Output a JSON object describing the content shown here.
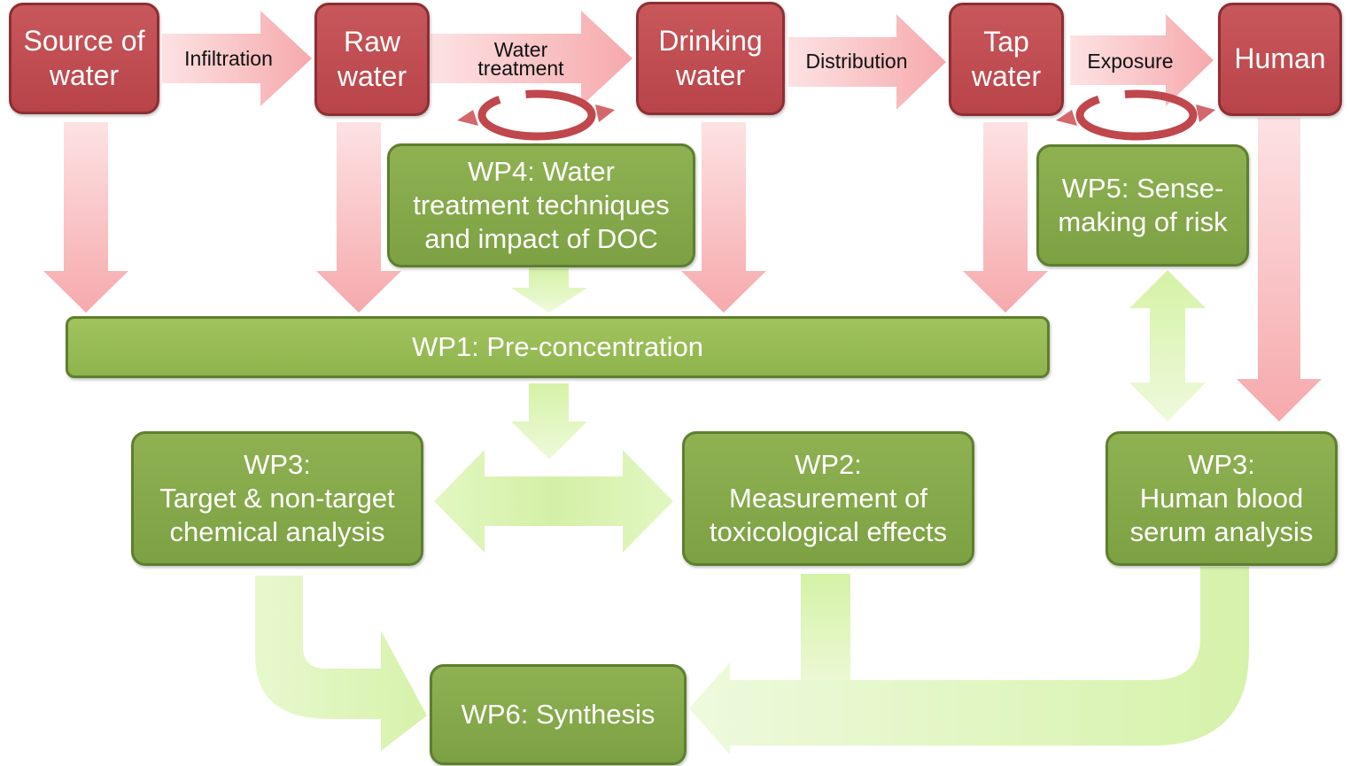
{
  "stages": {
    "source": "Source of\nwater",
    "raw": "Raw\nwater",
    "drinking": "Drinking\nwater",
    "tap": "Tap\nwater",
    "human": "Human"
  },
  "processes": {
    "infiltration": "Infiltration",
    "treatment": "Water\ntreatment",
    "distribution": "Distribution",
    "exposure": "Exposure"
  },
  "work_packages": {
    "wp4": "WP4: Water\ntreatment techniques\nand impact of DOC",
    "wp5": "WP5: Sense-\nmaking of risk",
    "wp1": "WP1: Pre-concentration",
    "wp3_chem": "WP3:\nTarget & non-target\nchemical analysis",
    "wp2": "WP2:\nMeasurement of\ntoxicological effects",
    "wp3_blood": "WP3:\nHuman blood\nserum analysis",
    "wp6": "WP6: Synthesis"
  },
  "colors": {
    "stage_red": "#bf4b50",
    "wp_green": "#86a94a",
    "flow_pink": "#f7b6b8",
    "flow_light_green": "#d9f3b0"
  }
}
